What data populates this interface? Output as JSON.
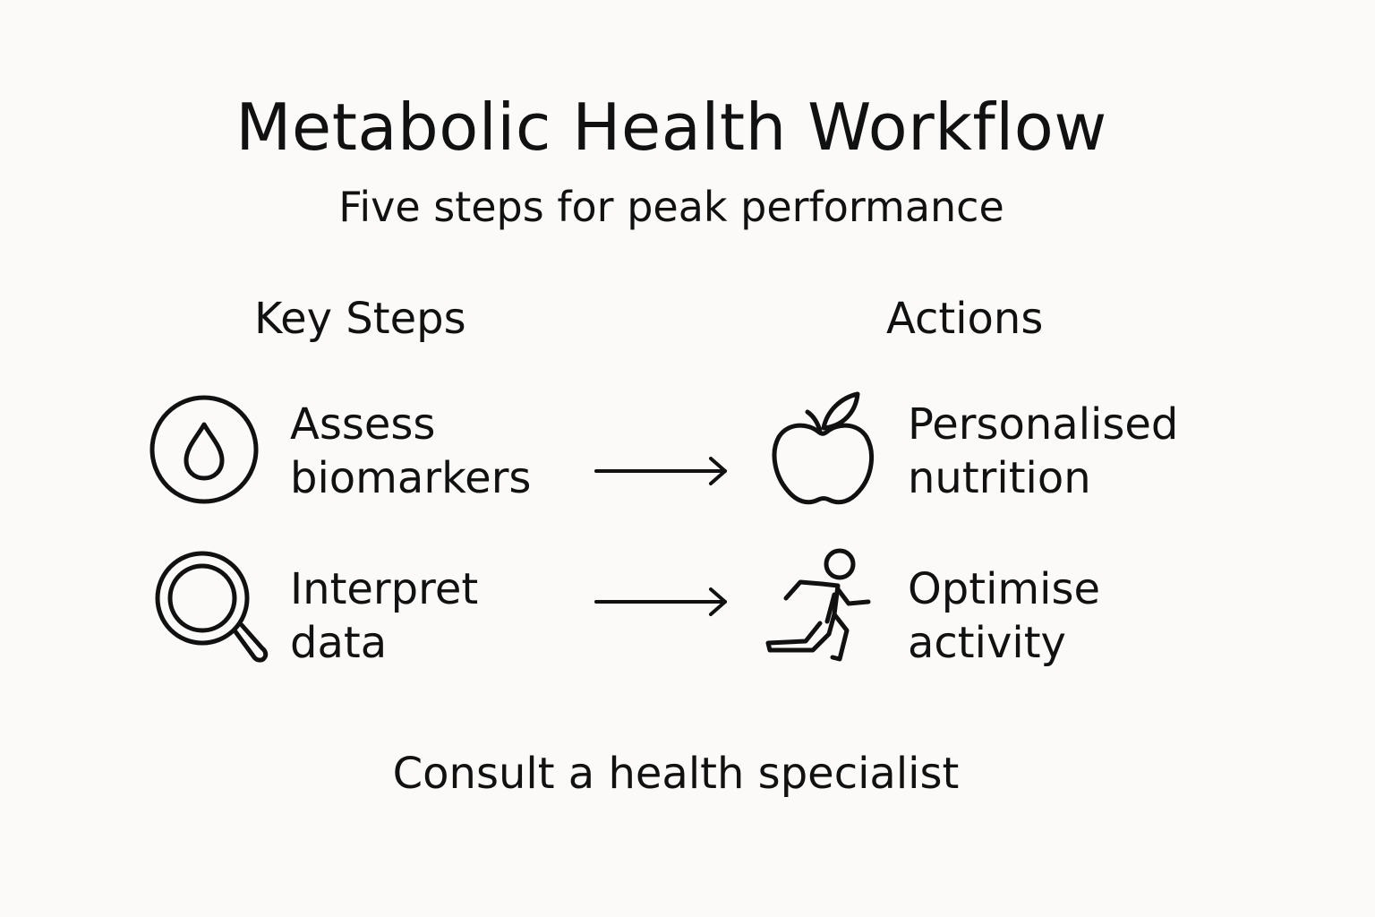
{
  "title": "Metabolic Health Workflow",
  "subtitle": "Five steps for peak performance",
  "columns": {
    "left": "Key Steps",
    "right": "Actions"
  },
  "rows": [
    {
      "step": {
        "icon": "drop-circle-icon",
        "line1": "Assess",
        "line2": "biomarkers"
      },
      "action": {
        "icon": "apple-icon",
        "line1": "Personalised",
        "line2": "nutrition"
      }
    },
    {
      "step": {
        "icon": "magnifier-icon",
        "line1": "Interpret",
        "line2": "data"
      },
      "action": {
        "icon": "runner-icon",
        "line1": "Optimise",
        "line2": "activity"
      }
    }
  ],
  "footer": "Consult a health specialist",
  "colors": {
    "background": "#fbfaf8",
    "ink": "#111111"
  }
}
